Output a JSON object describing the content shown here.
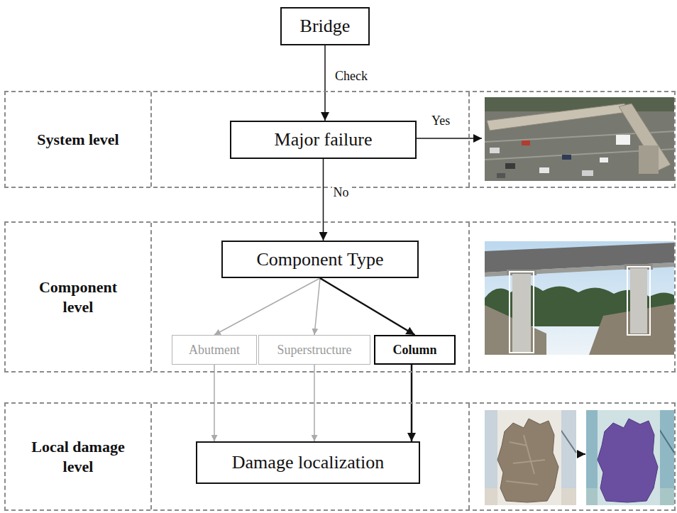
{
  "diagram": {
    "nodes": [
      {
        "text": [
          "Bridge"
        ]
      },
      {
        "text": [
          "System level"
        ]
      },
      {
        "text": [
          "Major failure"
        ],
        "in": 1
      },
      {
        "text": [
          "Component level"
        ]
      },
      {
        "text": [
          "Component Type"
        ],
        "in": 3
      },
      {
        "text": [
          "Abutment"
        ],
        "in": 3
      },
      {
        "text": [
          "Superstructure"
        ],
        "in": 3
      },
      {
        "text": [
          "Column"
        ],
        "in": 3
      },
      {
        "text": [
          "Local damage level"
        ]
      },
      {
        "text": [
          "Damage localization"
        ],
        "in": 8
      }
    ],
    "edges": [
      {
        "from": 0,
        "to": 2,
        "label": "Check",
        "arrow": "to"
      },
      {
        "from": 2,
        "to": 4,
        "label": "No",
        "arrow": "to"
      },
      {
        "from": 4,
        "to": 5,
        "arrow": "to"
      },
      {
        "from": 4,
        "to": 6,
        "arrow": "to"
      },
      {
        "from": 4,
        "to": 7,
        "arrow": "to"
      },
      {
        "from": 5,
        "to": 9,
        "arrow": "to"
      },
      {
        "from": 6,
        "to": 9,
        "arrow": "to"
      },
      {
        "from": 7,
        "to": 9,
        "arrow": "to"
      }
    ],
    "labels": [
      "Yes"
    ]
  }
}
